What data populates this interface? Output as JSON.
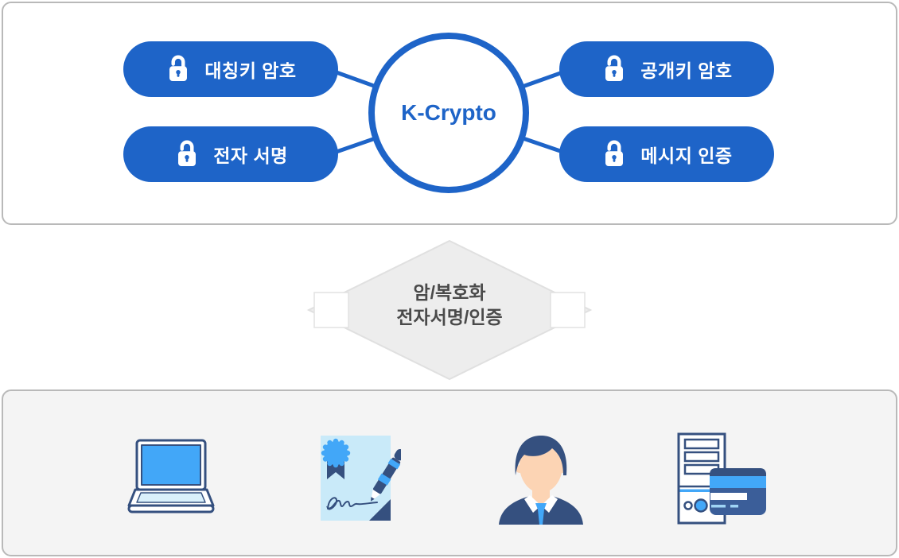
{
  "top_panel": {
    "center": {
      "label": "K-Crypto"
    },
    "modules": [
      {
        "id": "symmetric-key-encryption",
        "label": "대칭키 암호",
        "icon": "padlock-icon"
      },
      {
        "id": "digital-signature",
        "label": "전자 서명",
        "icon": "padlock-icon"
      },
      {
        "id": "public-key-encryption",
        "label": "공개키 암호",
        "icon": "padlock-icon"
      },
      {
        "id": "message-authentication",
        "label": "메시지 인증",
        "icon": "padlock-icon"
      }
    ]
  },
  "flow_arrow": {
    "line1": "암/복호화",
    "line2": "전자서명/인증"
  },
  "bottom_panel": {
    "applications": [
      {
        "icon": "laptop-icon"
      },
      {
        "icon": "signed-document-icon"
      },
      {
        "icon": "businessman-icon"
      },
      {
        "icon": "server-credit-card-icon"
      }
    ]
  },
  "palette": {
    "primary_blue": "#1e64c8",
    "icon_bright_blue": "#42a7f8",
    "icon_navy": "#35507f",
    "icon_light_blue": "#c9eaf9",
    "skin_tone": "#fcd4b4",
    "panel_border": "#b9b9b9",
    "bottom_panel_bg": "#f4f4f4",
    "arrow_fill": "#ededed",
    "arrow_text": "#4a4a4a"
  }
}
